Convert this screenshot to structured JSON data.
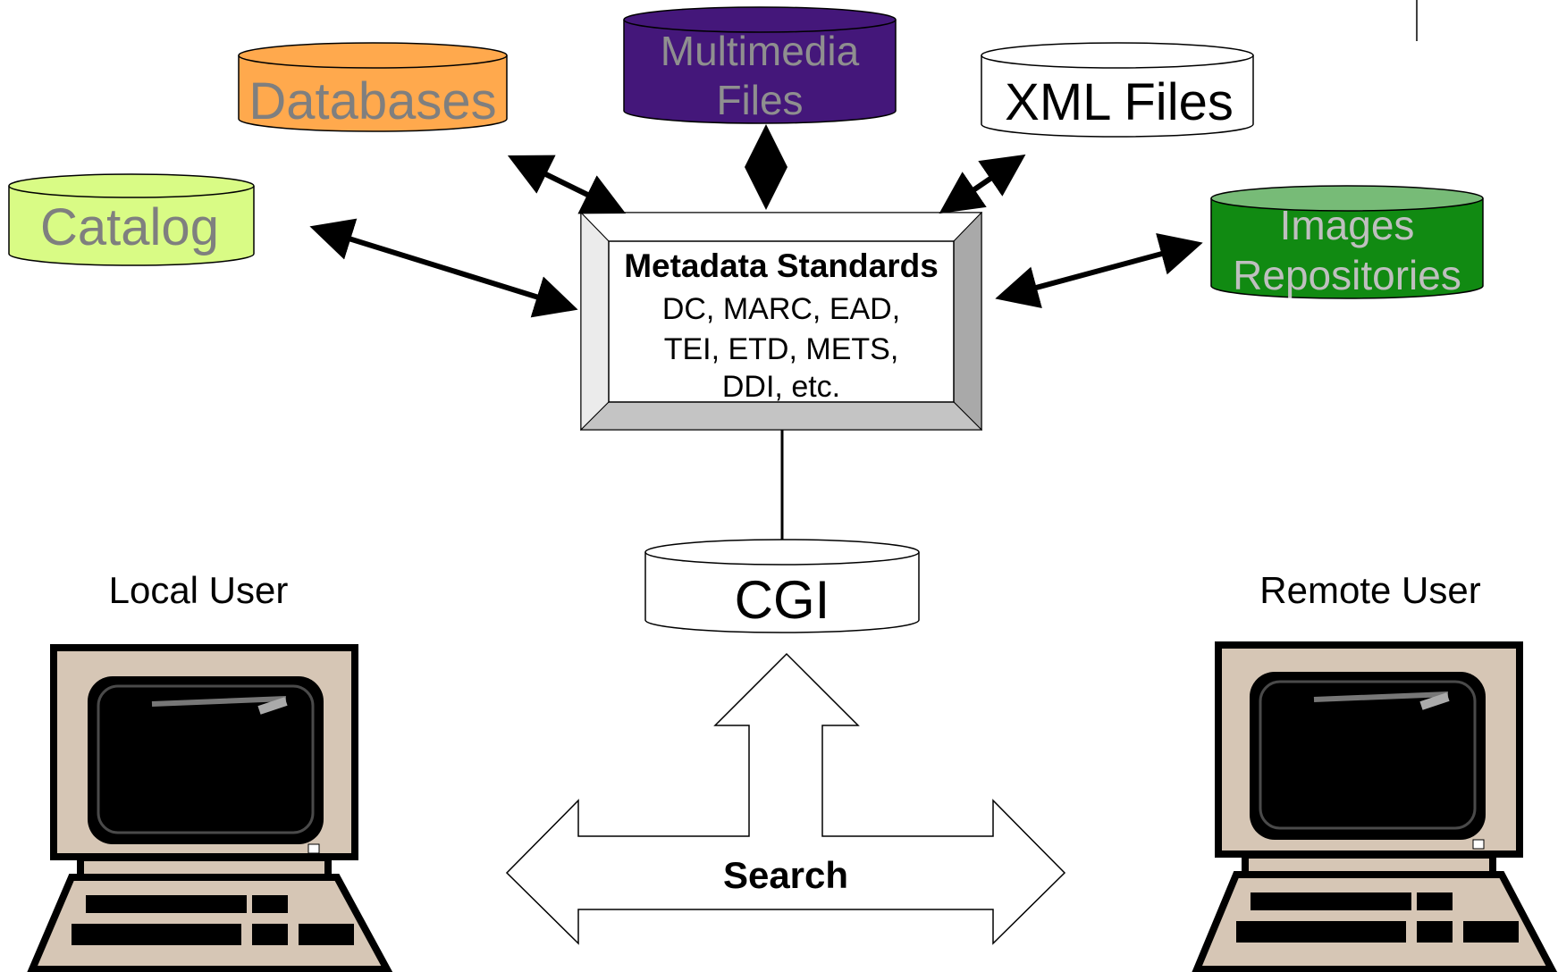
{
  "colors": {
    "catalog": "#d9fb85",
    "databases": "#ffa94d",
    "multimedia": "#44177a",
    "xml": "#ffffff",
    "images": "#118a12",
    "cgi": "#ffffff",
    "label_gray": "#7f7f7f",
    "monitor_beige": "#d6c6b5"
  },
  "sources": {
    "catalog": "Catalog",
    "databases": "Databases",
    "multimedia_line1": "Multimedia",
    "multimedia_line2": "Files",
    "xml": "XML Files",
    "images_line1": "Images",
    "images_line2": "Repositories"
  },
  "metadata": {
    "title": "Metadata Standards",
    "line1": "DC, MARC, EAD,",
    "line2": "TEI, ETD, METS,",
    "line3": "DDI, etc."
  },
  "cgi": "CGI",
  "search": "Search",
  "users": {
    "local": "Local User",
    "remote": "Remote User"
  },
  "icons": {
    "local_computer": "computer-icon",
    "remote_computer": "computer-icon"
  }
}
